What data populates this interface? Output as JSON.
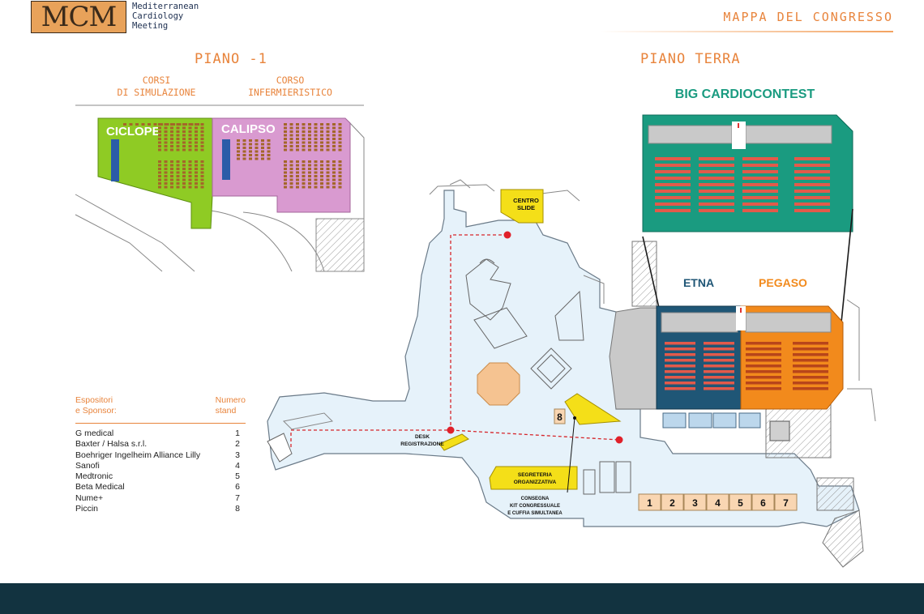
{
  "header": {
    "logo_mark": "MCM",
    "logo_text": "Mediterranean\nCardiology\nMeeting",
    "title": "MAPPA DEL CONGRESSO"
  },
  "floors": {
    "lower": {
      "title": "PIANO -1",
      "label_left": "CORSI\nDI SIMULAZIONE",
      "label_right": "CORSO\nINFERMIERISTICO",
      "rooms": {
        "ciclope": "CICLOPE",
        "calipso": "CALIPSO"
      }
    },
    "ground": {
      "title": "PIANO TERRA",
      "rooms": {
        "big": "BIG CARDIOCONTEST",
        "etna": "ETNA",
        "pegaso": "PEGASO",
        "centro_slide": [
          "CENTRO",
          "SLIDE"
        ],
        "desk": [
          "DESK",
          "REGISTRAZIONE"
        ],
        "segreteria": [
          "SEGRETERIA",
          "ORGANIZZATIVA"
        ],
        "consegna": [
          "CONSEGNA",
          "KIT CONGRESSUALE",
          "E CUFFIA SIMULTANEA"
        ]
      },
      "stands": [
        "1",
        "2",
        "3",
        "4",
        "5",
        "6",
        "7"
      ],
      "stand_8": "8"
    }
  },
  "legend": {
    "header_left": "Espositori\ne Sponsor:",
    "header_right": "Numero\nstand",
    "items": [
      {
        "name": "G medical",
        "stand": "1"
      },
      {
        "name": "Baxter / Halsa s.r.l.",
        "stand": "2"
      },
      {
        "name": "Boehriger Ingelheim Alliance Lilly",
        "stand": "3"
      },
      {
        "name": "Sanofi",
        "stand": "4"
      },
      {
        "name": "Medtronic",
        "stand": "5"
      },
      {
        "name": "Beta Medical",
        "stand": "6"
      },
      {
        "name": "Nume+",
        "stand": "7"
      },
      {
        "name": "Piccin",
        "stand": "8"
      }
    ]
  },
  "colors": {
    "accent_orange": "#e8843c",
    "ciclope_green": "#8fcb24",
    "calipso_pink": "#d99ad0",
    "big_teal": "#1a9b80",
    "etna_navy": "#1f5676",
    "pegaso_orange": "#f28a1c",
    "floor_blue": "#e6f2fa",
    "stand_peach": "#f9d6b2",
    "service_yellow": "#f4df18",
    "footer_navy": "#123340"
  }
}
